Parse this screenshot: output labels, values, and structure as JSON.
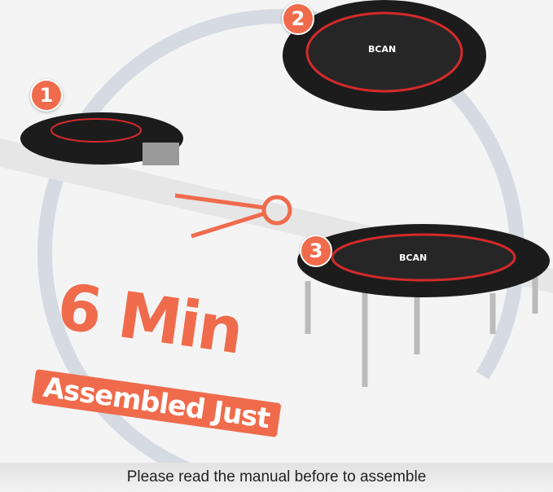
{
  "headline": {
    "time": "6 Min",
    "label": "Assembled Just"
  },
  "steps": [
    "1",
    "2",
    "3"
  ],
  "brand": "BCAN",
  "footer": "Please read the manual before to assemble",
  "colors": {
    "accent": "#ef6b4c",
    "trampoline": "#1a1a1a",
    "rim": "#d42a2a"
  }
}
